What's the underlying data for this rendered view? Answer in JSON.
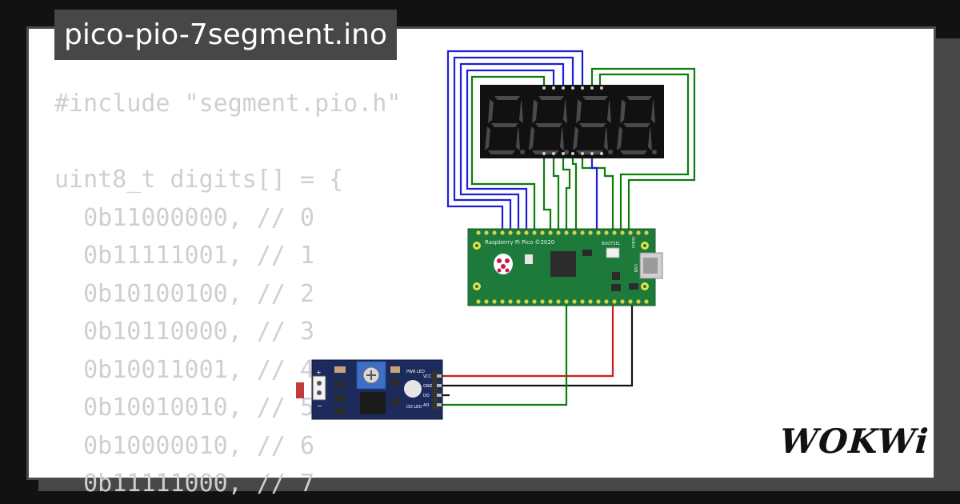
{
  "title": "pico-pio-7segment.ino",
  "code_lines": [
    "#include \"segment.pio.h\"",
    "",
    "uint8_t digits[] = {",
    "  0b11000000, // 0",
    "  0b11111001, // 1",
    "  0b10100100, // 2",
    "  0b10110000, // 3",
    "  0b10011001, // 4",
    "  0b10010010, // 5",
    "  0b10000010, // 6",
    "  0b11111000, // 7"
  ],
  "pico_label": "Raspberry Pi Pico ©2020",
  "bootsel_label": "BOOTSEL",
  "usb_label": "USB",
  "debug_label": "DEBUG",
  "sensor_pins": [
    "VCC",
    "GND",
    "DO",
    "AO"
  ],
  "sensor_pwr_label": "PWR LED",
  "sensor_do_label": "DO LED",
  "brand": "WOKWi",
  "colors": {
    "wire_blue": "#1f1fd6",
    "wire_green": "#0b7d0b",
    "wire_red": "#d11a1a",
    "wire_black": "#111111",
    "pico_green": "#1d7a3a",
    "sensor_blue": "#1d2a5c"
  }
}
